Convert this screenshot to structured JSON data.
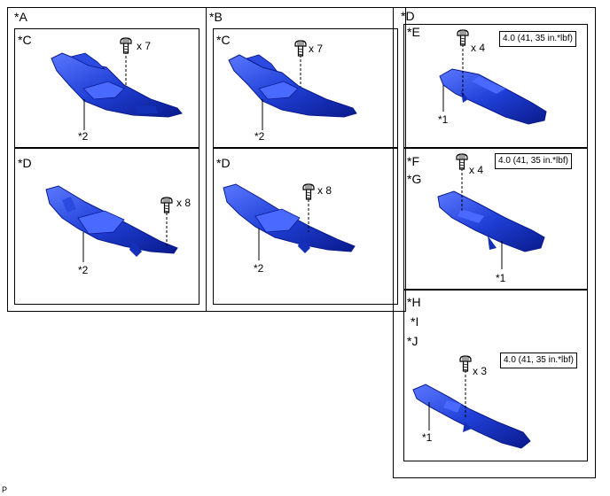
{
  "panels": {
    "left_a": {
      "label": "*A"
    },
    "left_b": {
      "label": "*B"
    },
    "right_d": {
      "label": "*D"
    }
  },
  "subpanels": {
    "a_top": {
      "label": "*C",
      "qty": "x 7",
      "callout": "*2"
    },
    "a_bottom": {
      "label": "*D",
      "qty": "x 8",
      "callout": "*2"
    },
    "b_top": {
      "label": "*C",
      "qty": "x 7",
      "callout": "*2"
    },
    "b_bottom": {
      "label": "*D",
      "qty": "x 8",
      "callout": "*2"
    },
    "r1": {
      "label": "*E",
      "qty": "x 4",
      "torque": "4.0 (41, 35 in.*lbf)",
      "callout": "*1"
    },
    "r2": {
      "label1": "*F",
      "label2": "*G",
      "qty": "x 4",
      "torque": "4.0 (41, 35 in.*lbf)",
      "callout": "*1"
    },
    "r3": {
      "label1": "*H",
      "label2": "*I",
      "label3": "*J",
      "qty": "x 3",
      "torque": "4.0 (41, 35 in.*lbf)",
      "callout": "*1"
    }
  },
  "footer": {
    "code": "P"
  },
  "colors": {
    "part_dark": "#0a1a8c",
    "part_mid": "#1f3fd6",
    "part_light": "#5a78ff",
    "line": "#000000"
  },
  "icons": [
    "bolt-icon"
  ]
}
